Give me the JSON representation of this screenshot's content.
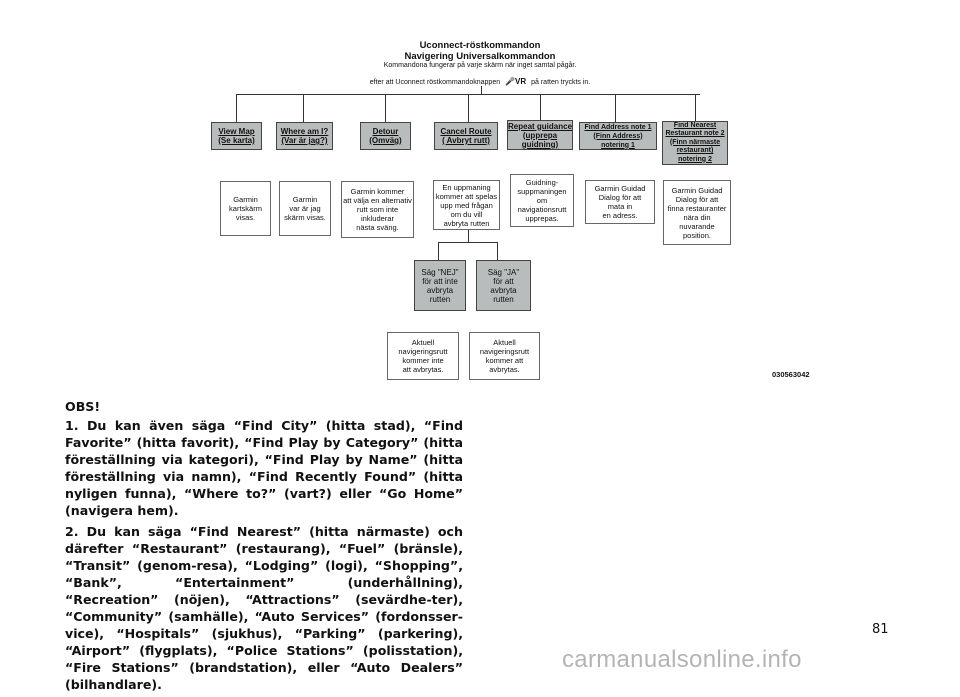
{
  "diagram": {
    "title1": "Uconnect-röstkommandon",
    "title2": "Navigering Universalkommandon",
    "subtitle": "Kommandona fungerar på varje skärm när inget samtal pågår.",
    "vr_before": "efter att Uconnect röstkommandoknappen",
    "vr_icon": "VR",
    "vr_after": "på ratten tryckts in.",
    "commands": [
      "View Map\n(Se karta)",
      "Where am I?\n(Var är jag?)",
      "Detour\n(Omväg)",
      "Cancel Route\n( Avbryt rutt)",
      "Repeat guidance\n(upprepa\nguidning)",
      "Find Address note 1\n(Finn Address) notering 1",
      "Find Nearest\nRestaurant note 2\n(Finn närmaste\nrestaurant) notering 2"
    ],
    "results": [
      "Garmin\nkartskärm\nvisas.",
      "Garmin\nvar är jag\nskärm visas.",
      "Garmin kommer\natt välja en alternativ\nrutt som inte\ninkluderar\nnästa sväng.",
      "En uppmaning\nkommer att spelas\nupp med frågan\nom du vill\navbryta rutten",
      "Guidning-\nsuppmaningen\nom\nnavigationsrutt\nupprepas.",
      "Garmin Guidad\nDialog för att\nmata in\nen adress.",
      "Garmin Guidad\nDialog för att\nfinna restauranter\nnära din\nnuvarande\nposition."
    ],
    "sub_commands": [
      "Säg \"NEJ\"\nför att inte\navbryta\nrutten",
      "Säg \"JA\"\nför att\navbryta\nrutten"
    ],
    "sub_results": [
      "Aktuell\nnavigeringsrutt\nkommer inte\natt avbrytas.",
      "Aktuell\nnavigeringsrutt\nkommer att\navbrytas."
    ],
    "code": "030563042"
  },
  "text": {
    "obs": "OBS!",
    "para1": "1. Du kan även säga “Find City” (hitta stad), “Find Favorite” (hitta favorit), “Find Play by Category” (hitta föreställning via kategori), “Find Play by Name” (hitta föreställning via namn), “Find Recently Found” (hitta nyligen funna), “Where to?” (vart?) eller “Go Home” (navigera hem).",
    "para2": "2. Du kan säga “Find Nearest” (hitta närmaste) och därefter “Restaurant” (restaurang), “Fuel” (bränsle), “Transit” (genom-resa), “Lodging” (logi), “Shopping”, “Bank”, “Entertainment” (underhållning), “Recreation” (nöjen), “Attractions” (sevärdhe-ter), “Community” (samhälle), “Auto Services” (fordonsser-vice), “Hospitals” (sjukhus), “Parking” (parkering), “Airport” (flygplats), “Police Stations” (polisstation), “Fire Stations” (brandstation), eller “Auto Dealers” (bilhandlare)."
  },
  "page_number": "81",
  "watermark": "carmanualsonline.info"
}
